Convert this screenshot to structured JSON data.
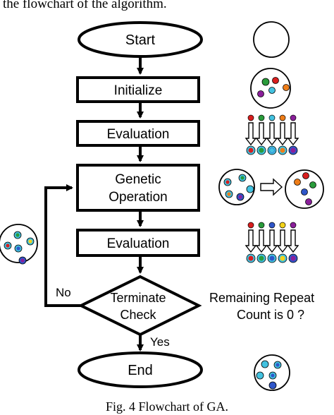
{
  "header_fragment": "the flowchart of the algorithm.",
  "flowchart": {
    "start": "Start",
    "initialize": "Initialize",
    "evaluation_1": "Evaluation",
    "genetic_operation_line1": "Genetic",
    "genetic_operation_line2": "Operation",
    "evaluation_2": "Evaluation",
    "terminate_line1": "Terminate",
    "terminate_line2": "Check",
    "no_label": "No",
    "yes_label": "Yes",
    "end": "End"
  },
  "side_note": {
    "line1": "Remaining Repeat",
    "line2": "Count is 0 ?"
  },
  "caption": "Fig. 4  Flowchart of GA.",
  "colors": {
    "red": "#d81e1e",
    "green": "#2a9b3b",
    "cyan": "#43c2e0",
    "blue": "#2f56c9",
    "orange": "#ee7d18",
    "purple": "#8a1f9a",
    "yellow": "#f3d319"
  }
}
